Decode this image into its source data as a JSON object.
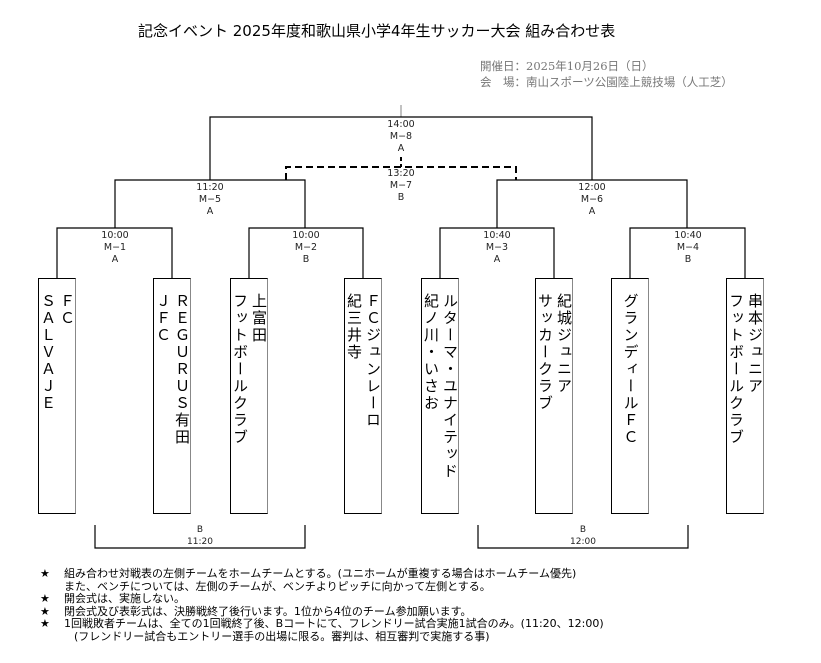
{
  "title": "記念イベント  2025年度和歌山県小学4年生サッカー大会  組み合わせ表",
  "info": {
    "date": "開催日：2025年10月26日（日）",
    "venue": "会　場：南山スポーツ公園陸上競技場（人工芝）"
  },
  "matches": {
    "m8": {
      "time": "14:00",
      "id": "M−8",
      "court": "A"
    },
    "m7": {
      "time": "13:20",
      "id": "M−7",
      "court": "B"
    },
    "m5": {
      "time": "11:20",
      "id": "M−5",
      "court": "A"
    },
    "m6": {
      "time": "12:00",
      "id": "M−6",
      "court": "A"
    },
    "m1": {
      "time": "10:00",
      "id": "M−1",
      "court": "A"
    },
    "m2": {
      "time": "10:00",
      "id": "M−2",
      "court": "B"
    },
    "m3": {
      "time": "10:40",
      "id": "M−3",
      "court": "A"
    },
    "m4": {
      "time": "10:40",
      "id": "M−4",
      "court": "B"
    }
  },
  "friendly": [
    {
      "court": "B",
      "time": "11:20"
    },
    {
      "court": "B",
      "time": "12:00"
    }
  ],
  "teams": [
    {
      "line1": "ＦＣ",
      "line2": "ＳＡＬＶＡＪＥ"
    },
    {
      "line1": "ＲＥＧＵＲＵＳ有田",
      "line2": "ＪＦＣ"
    },
    {
      "line1": "上富田",
      "line2": "フットボールクラブ"
    },
    {
      "line1": "ＦＣジュンレーロ",
      "line2": "紀三井寺"
    },
    {
      "line1": "ルターマ・ユナイテッド",
      "line2": "紀ノ川・いさお"
    },
    {
      "line1": "紀城ジュニア",
      "line2": "サッカークラブ"
    },
    {
      "line1": "グランディールＦＣ",
      "line2": ""
    },
    {
      "line1": "串本ジュニア",
      "line2": "フットボールクラブ"
    }
  ],
  "notes": {
    "star": "★",
    "n1": "組み合わせ対戦表の左側チームをホームチームとする。(ユニホームが重複する場合はホームチーム優先)",
    "n1b": "また、ベンチについては、左側のチームが、ベンチよりピッチに向かって左側とする。",
    "n2": "開会式は、実施しない。",
    "n3": "閉会式及び表彰式は、決勝戦終了後行います。1位から4位のチーム参加願います。",
    "n4": "1回戦敗者チームは、全ての1回戦終了後、Bコートにて、フレンドリー試合実施1試合のみ。(11:20、12:00)",
    "n4b": "(フレンドリー試合もエントリー選手の出場に限る。審判は、相互審判で実施する事)"
  }
}
